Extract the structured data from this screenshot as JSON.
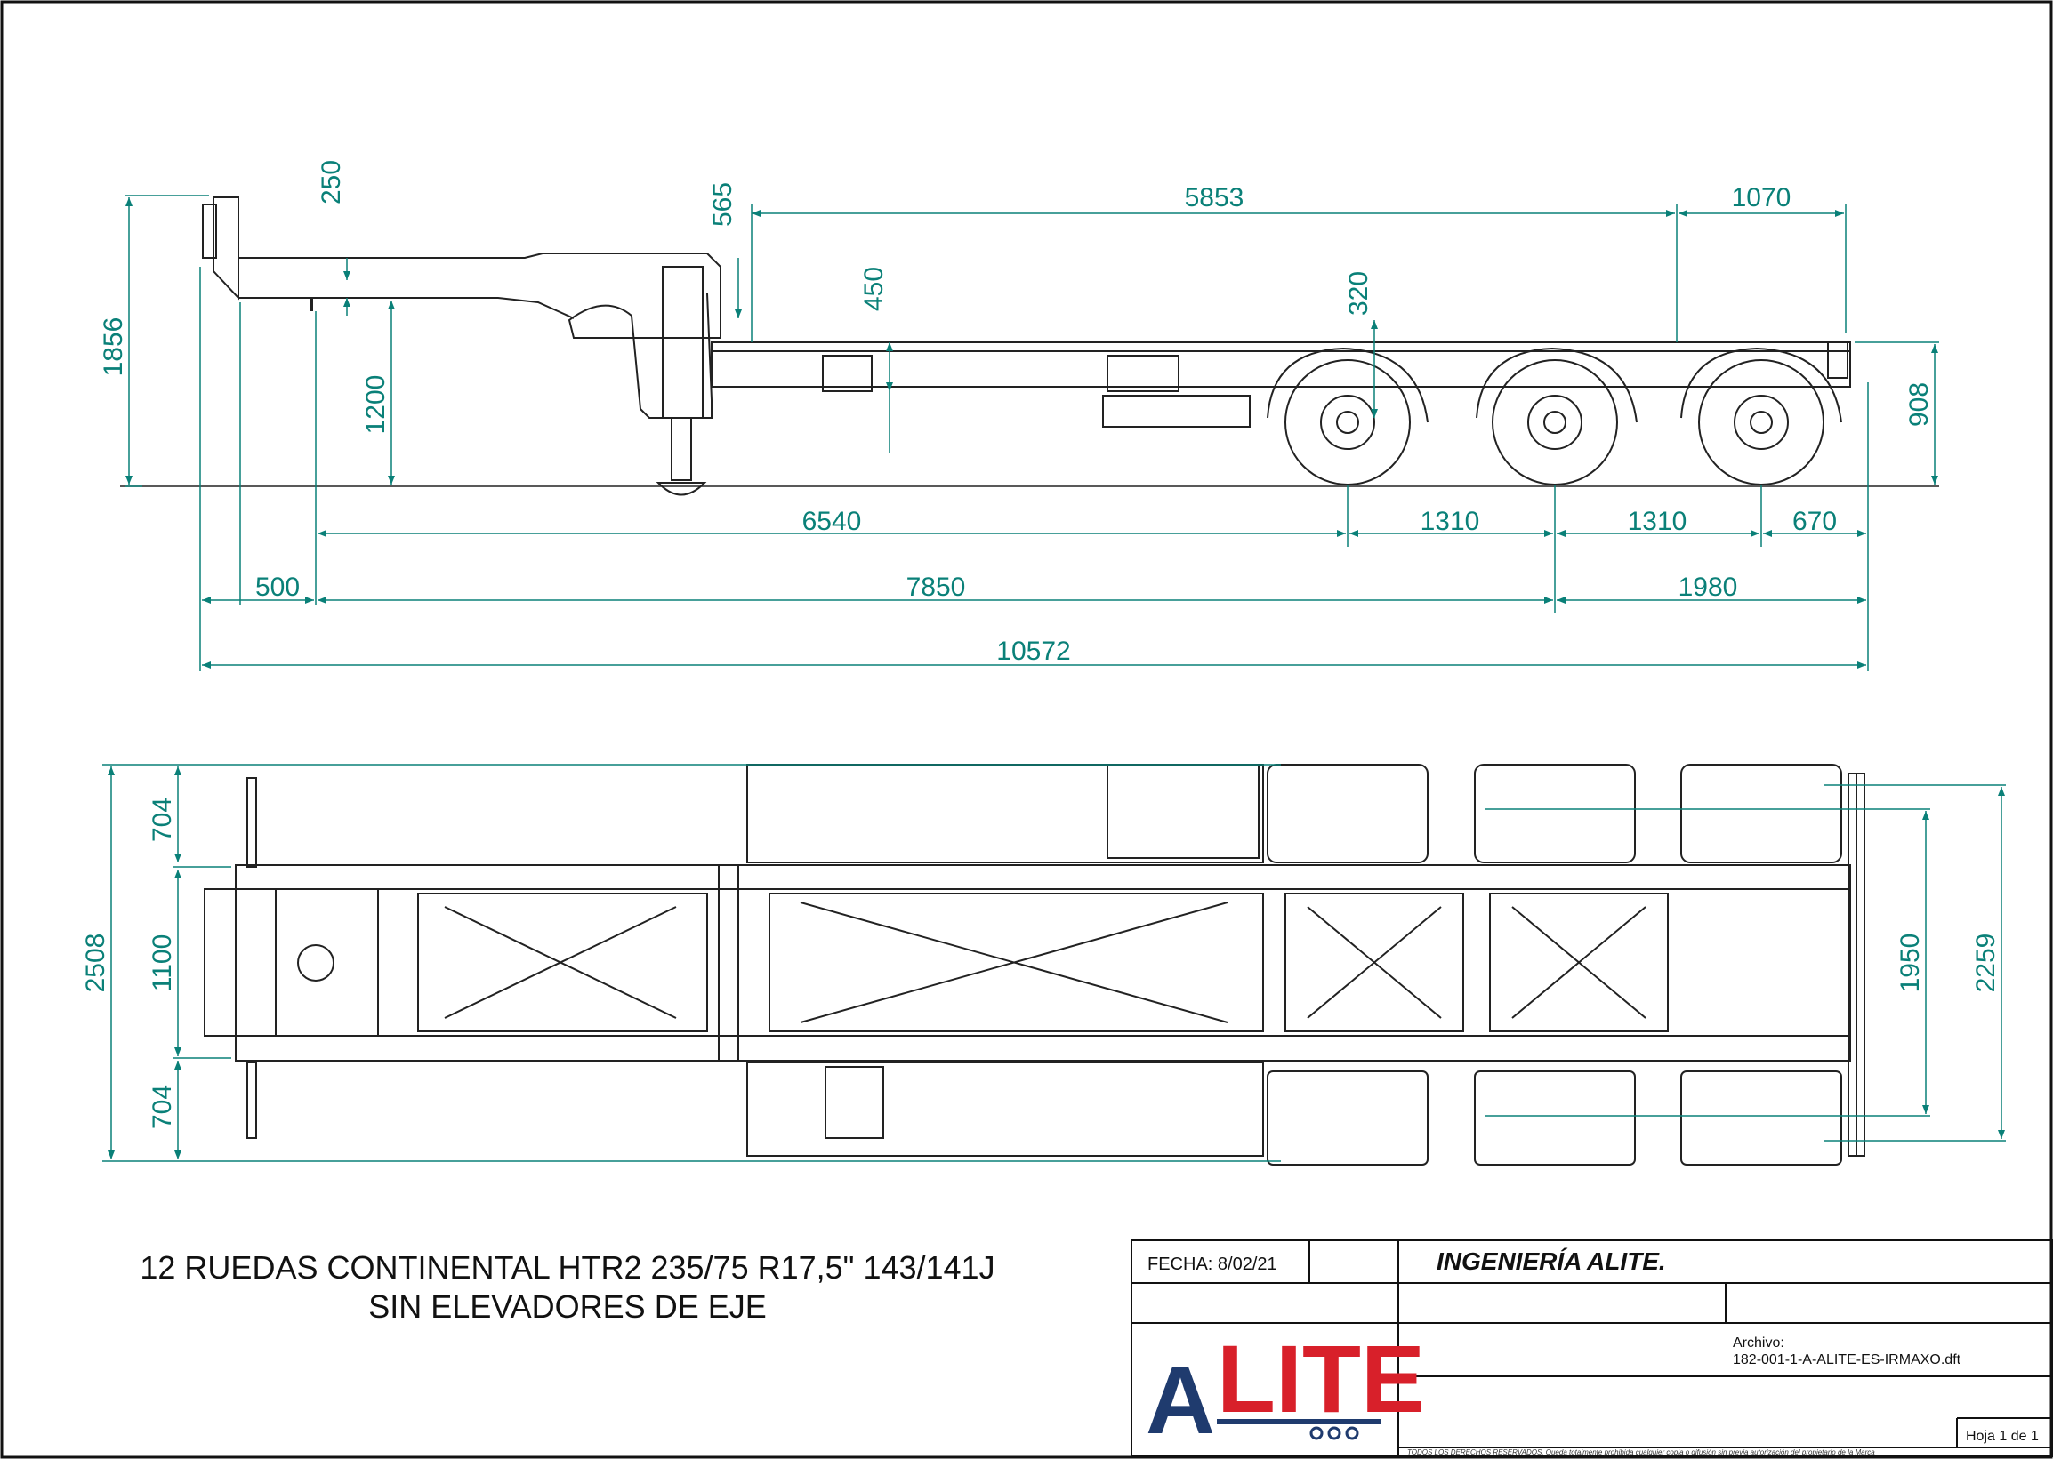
{
  "drawing": {
    "notes": {
      "line1": "12 RUEDAS CONTINENTAL HTR2 235/75 R17,5\"  143/141J",
      "line2": "SIN ELEVADORES DE EJE"
    },
    "side_view_dimensions": {
      "d1856": "1856",
      "d250": "250",
      "d1200": "1200",
      "d565": "565",
      "d450": "450",
      "d5853": "5853",
      "d1070": "1070",
      "d320": "320",
      "d908": "908",
      "d6540": "6540",
      "d1310a": "1310",
      "d1310b": "1310",
      "d670": "670",
      "d500": "500",
      "d7850": "7850",
      "d1980": "1980",
      "d10572": "10572"
    },
    "plan_view_dimensions": {
      "d2508": "2508",
      "d704a": "704",
      "d1100": "1100",
      "d704b": "704",
      "d1950": "1950",
      "d2259": "2259"
    },
    "colors": {
      "dimension": "#0a8078",
      "line": "#222222",
      "logo_red": "#d8202a",
      "logo_blue": "#1f3b6e"
    }
  },
  "title_block": {
    "date": "FECHA: 8/02/21",
    "company": "INGENIERÍA ALITE.",
    "file_label": "Archivo:",
    "file_name": "182-001-1-A-ALITE-ES-IRMAXO.dft",
    "sheet": "Hoja 1 de 1",
    "rights": "TODOS LOS DERECHOS RESERVADOS. Queda totalmente prohibida cualquier copia o difusión sin previa autorización del propietario de la Marca",
    "logo_text": {
      "a": "A",
      "rest": "LITE"
    }
  }
}
